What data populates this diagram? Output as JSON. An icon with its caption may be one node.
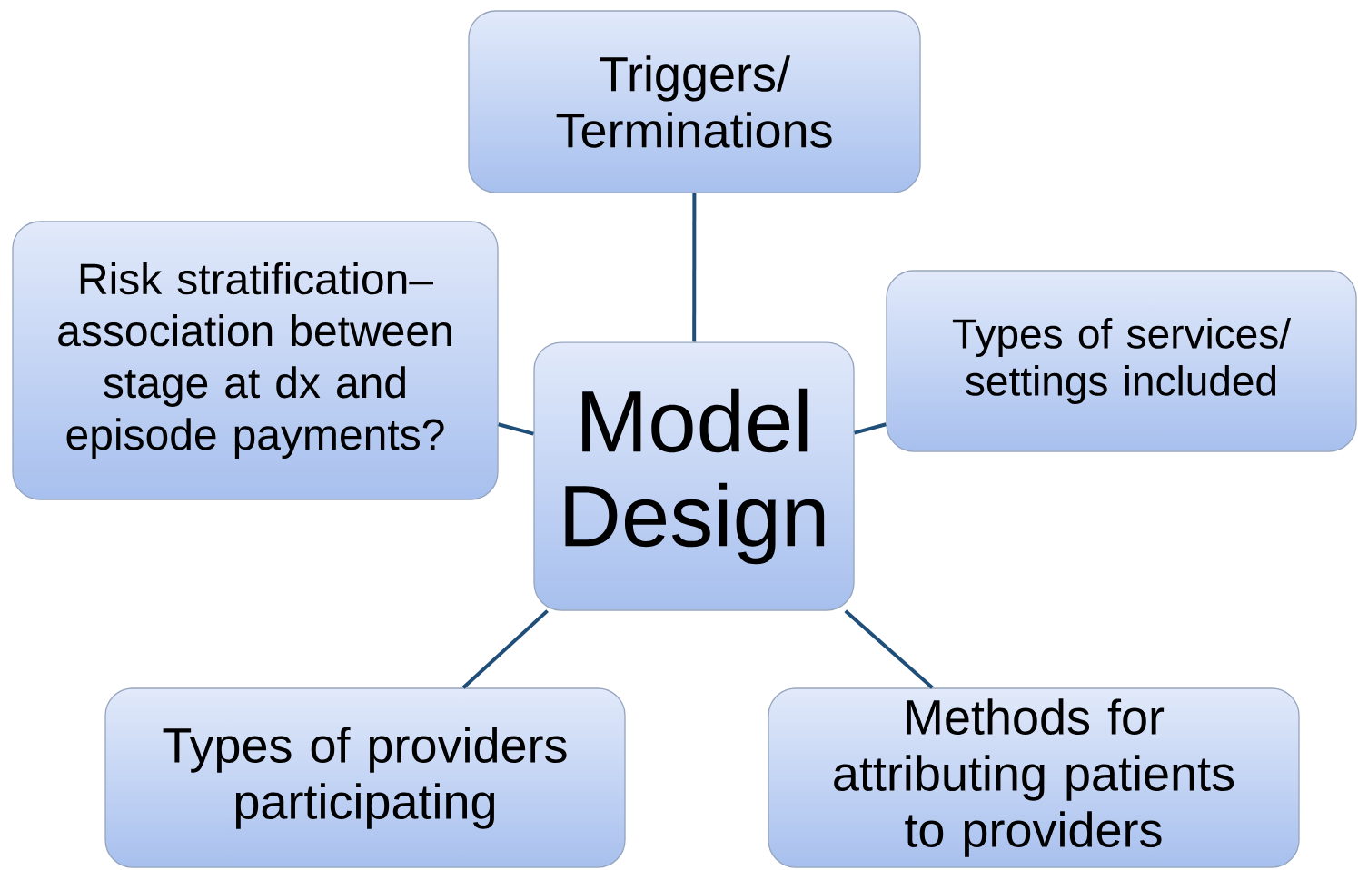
{
  "diagram": {
    "nodes": [
      {
        "text": [
          "Model Design"
        ]
      },
      {
        "text": [
          "Triggers/ Terminations"
        ]
      },
      {
        "text": [
          "Risk stratification– association between stage at dx and episode payments?"
        ]
      },
      {
        "text": [
          "Types of services/ settings included"
        ]
      },
      {
        "text": [
          "Types of providers participating"
        ]
      },
      {
        "text": [
          "Methods for attributing patients to providers"
        ]
      }
    ],
    "edges": [
      {
        "from": 0,
        "to": 1,
        "arrow": "none"
      },
      {
        "from": 0,
        "to": 2,
        "arrow": "none"
      },
      {
        "from": 0,
        "to": 3,
        "arrow": "none"
      },
      {
        "from": 0,
        "to": 4,
        "arrow": "none"
      },
      {
        "from": 0,
        "to": 5,
        "arrow": "none"
      }
    ]
  }
}
